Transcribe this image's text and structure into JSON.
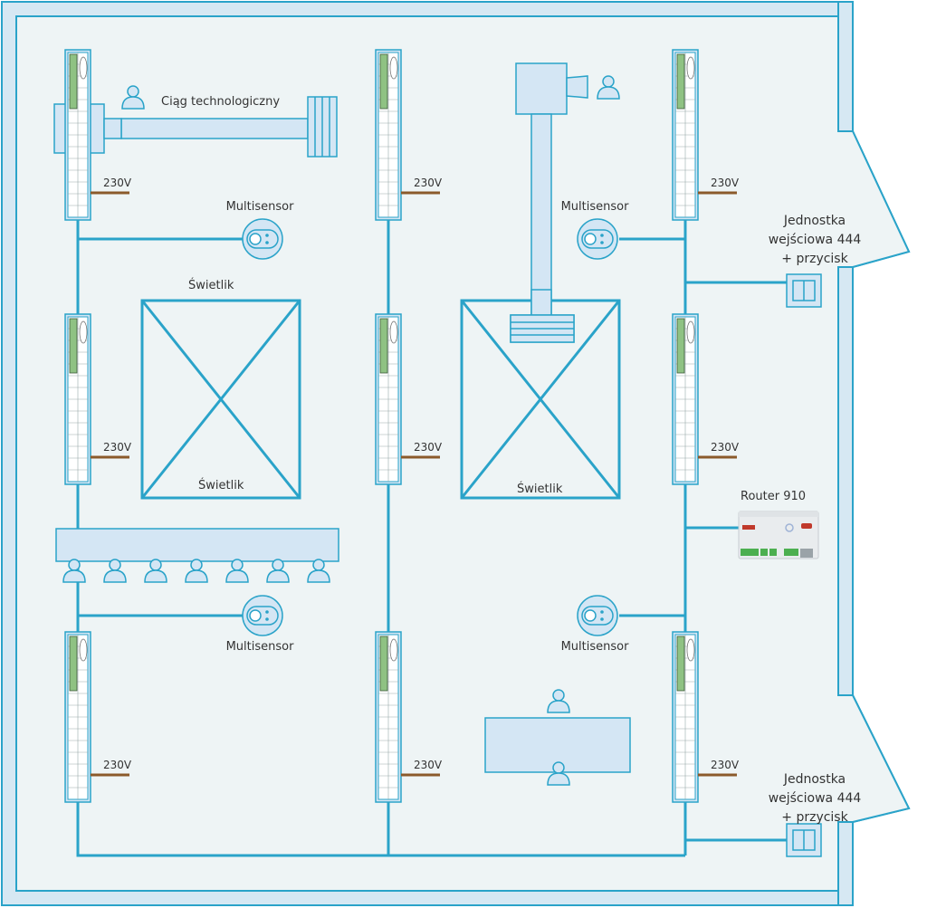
{
  "colors": {
    "line": "#2aa3c9",
    "wall_fill": "#d6e8f3",
    "floor": "#eef4f5",
    "fixture_fill": "#d4e6f4",
    "power": "#8b5a2b",
    "ballast": "#8fc283",
    "text": "#333333"
  },
  "labels": {
    "process_line": "Ciąg technologiczny",
    "skylight": "Świetlik",
    "multisensor": "Multisensor",
    "power": "230V",
    "input_unit_line1": "Jednostka",
    "input_unit_line2": "wejściowa 444",
    "input_unit_line3": "+ przycisk",
    "router": "Router 910"
  },
  "luminaires": [
    {
      "id": "L1",
      "col": "left",
      "row": "top"
    },
    {
      "id": "L2",
      "col": "left",
      "row": "middle"
    },
    {
      "id": "L3",
      "col": "left",
      "row": "bottom"
    },
    {
      "id": "L4",
      "col": "center",
      "row": "top"
    },
    {
      "id": "L5",
      "col": "center",
      "row": "middle"
    },
    {
      "id": "L6",
      "col": "center",
      "row": "bottom"
    },
    {
      "id": "L7",
      "col": "right",
      "row": "top"
    },
    {
      "id": "L8",
      "col": "right",
      "row": "middle"
    },
    {
      "id": "L9",
      "col": "right",
      "row": "bottom"
    }
  ],
  "multisensors": [
    {
      "id": "MS1",
      "label": "Multisensor"
    },
    {
      "id": "MS2",
      "label": "Multisensor"
    },
    {
      "id": "MS3",
      "label": "Multisensor"
    },
    {
      "id": "MS4",
      "label": "Multisensor"
    }
  ],
  "skylights": [
    {
      "id": "S1",
      "label_top": "Świetlik",
      "label_bottom": "Świetlik"
    },
    {
      "id": "S2",
      "label_bottom": "Świetlik"
    }
  ],
  "workstation_people_count": 7
}
